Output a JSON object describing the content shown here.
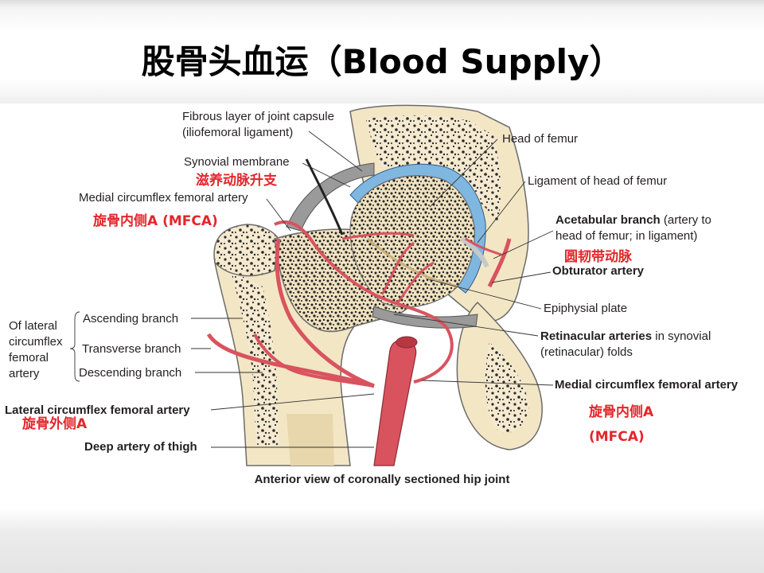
{
  "slide": {
    "title": "股骨头血运（Blood Supply）"
  },
  "colors": {
    "annotation_red": "#e3262b",
    "artery": "#d9535f",
    "bone": "#f3e6c4",
    "cartilage": "#7fb7e0"
  },
  "labels": {
    "fibrous_layer": "Fibrous layer of joint capsule",
    "fibrous_layer_2": "(iliofemoral ligament)",
    "synovial_membrane": "Synovial membrane",
    "medial_circumflex_top": "Medial circumflex femoral artery",
    "head_of_femur": "Head of femur",
    "ligament_head": "Ligament of head of femur",
    "acetabular_branch_bold": "Acetabular branch",
    "acetabular_branch_rest": " (artery to",
    "acetabular_branch_2": "head of femur; in ligament)",
    "obturator_artery": "Obturator artery",
    "epiphysial_plate": "Epiphysial plate",
    "retinacular_bold": "Retinacular arteries",
    "retinacular_rest": " in synovial",
    "retinacular_2": "(retinacular) folds",
    "medial_circumflex_bottom": "Medial circumflex femoral artery",
    "of_lateral_1": "Of lateral",
    "of_lateral_2": "circumflex",
    "of_lateral_3": "femoral",
    "of_lateral_4": "artery",
    "ascending_branch": "Ascending branch",
    "transverse_branch": "Transverse branch",
    "descending_branch": "Descending branch",
    "lateral_circumflex": "Lateral circumflex femoral artery",
    "deep_artery": "Deep artery of thigh",
    "caption": "Anterior view of coronally sectioned hip joint"
  },
  "annotations": {
    "ascending_branch_cn": "滋养动脉升支",
    "mfca_top": "旋骨内侧A (MFCA)",
    "ligament_artery_cn": "圆韧带动脉",
    "lfca_cn": "旋骨外侧A",
    "mfca_bottom_1": "旋骨内侧A",
    "mfca_bottom_2": "(MFCA)"
  }
}
